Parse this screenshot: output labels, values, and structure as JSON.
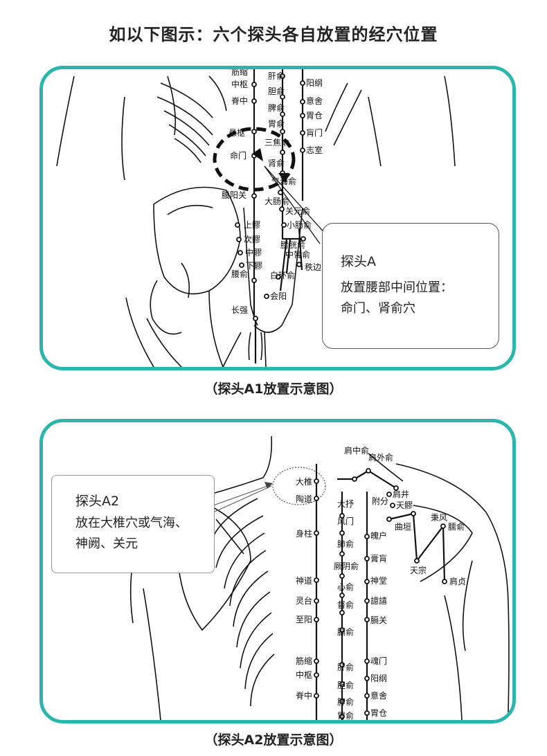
{
  "heading": "如以下图示：六个探头各自放置的经穴位置",
  "panel1": {
    "caption": "（探头A1放置示意图）",
    "callout_title": "探头A",
    "callout_line1": "放置腰部中间位置：",
    "callout_line2": "命门、肾俞穴",
    "points": {
      "jinsuo": "筋缩",
      "zhongshu": "中枢",
      "jizhong": "脊中",
      "xuanshu": "悬枢",
      "mingmen": "命门",
      "yaoyangguan": "腰阳关",
      "yaoshu": "腰俞",
      "changqiang": "长强",
      "ganshu": "肝俞",
      "danshu": "胆俞",
      "pishu": "脾俞",
      "weishu": "胃俞",
      "sanjiaoshu": "三焦俞",
      "shenshu": "肾俞",
      "qihaishu": "气海俞",
      "dachangshu": "大肠俞",
      "guanyuanshu": "关元俞",
      "xiaochangshu": "小肠俞",
      "pangguangshu": "膀胱俞",
      "zhonglvshu": "中膂俞",
      "baihuanshu": "白环俞",
      "huiyang": "会阳",
      "yanggang": "阳纲",
      "yishe": "意舍",
      "weicang": "胃仓",
      "huangmen": "肓门",
      "zhishi": "志室",
      "zhibian": "秩边",
      "shangliao": "上髎",
      "ciliao": "次髎",
      "zhongliao": "中髎",
      "xialiao": "下髎"
    }
  },
  "panel2": {
    "caption": "（探头A2放置示意图）",
    "callout_title": "探头A2",
    "callout_line1": "放在大椎穴或气海、",
    "callout_line2": "神阙、关元",
    "points": {
      "dazhui": "大椎",
      "taodao": "陶道",
      "shenzhu": "身柱",
      "shendao": "神道",
      "lingtai": "灵台",
      "zhiyang": "至阳",
      "jinsuo": "筋缩",
      "zhongshu": "中枢",
      "jizhong": "脊中",
      "jianzhongshu": "肩中俞",
      "jianwaishu": "肩外俞",
      "dazhu": "大抒",
      "fengmen": "风门",
      "feishu": "肺俞",
      "jueyinshu": "厥阴俞",
      "xinshu": "心俞",
      "dushu": "督俞",
      "geshu": "膈俞",
      "ganshu": "肝俞",
      "danshu": "胆俞",
      "pishu": "脾俞",
      "weishu": "胃俞",
      "fufen": "附分",
      "pohu": "魄户",
      "gaohuang": "膏肓",
      "shentang": "神堂",
      "yixi": "譩譆",
      "geguan": "膈关",
      "hunmen": "魂门",
      "yanggang": "阳纲",
      "yishe": "意舍",
      "weicang": "胃仓",
      "jianjing": "肩井",
      "tianliao": "天髎",
      "quyuan": "曲垣",
      "bingfeng": "秉风",
      "naoshu": "臑俞",
      "tianzong": "天宗",
      "jianzhen": "肩贞"
    }
  },
  "colors": {
    "frame": "#2bb5ad",
    "line": "#111111"
  }
}
